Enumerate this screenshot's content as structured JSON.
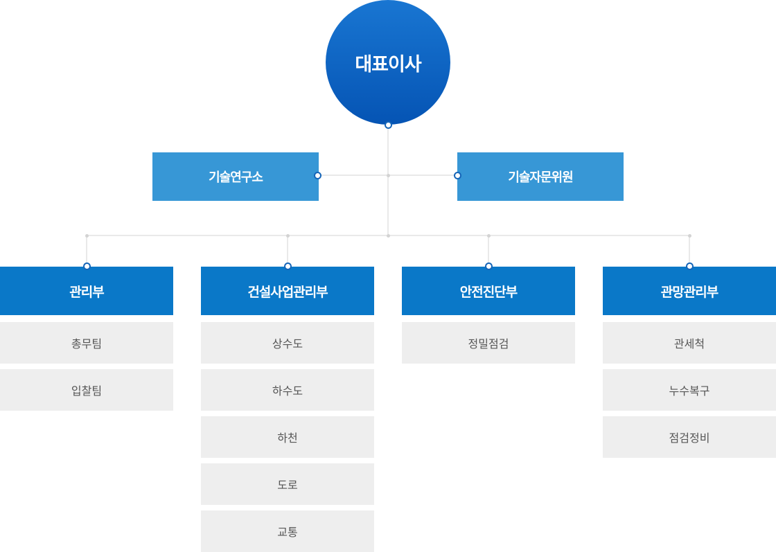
{
  "ceo": {
    "label": "대표이사"
  },
  "advisory": {
    "left": "기술연구소",
    "right": "기술자문위원"
  },
  "departments": [
    {
      "label": "관리부",
      "teams": [
        "총무팀",
        "입찰팀"
      ]
    },
    {
      "label": "건설사업관리부",
      "teams": [
        "상수도",
        "하수도",
        "하천",
        "도로",
        "교통"
      ]
    },
    {
      "label": "안전진단부",
      "teams": [
        "정밀점검"
      ]
    },
    {
      "label": "관망관리부",
      "teams": [
        "관세척",
        "누수복구",
        "점검정비"
      ]
    }
  ],
  "colors": {
    "ceo_top": "#1976d2",
    "ceo_bottom": "#0554b4",
    "advisory": "#3797d6",
    "department": "#0a78c8",
    "team_bg": "#eeeeee",
    "team_text": "#555555",
    "line": "#d3d3d3"
  }
}
